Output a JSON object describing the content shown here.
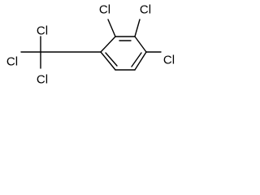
{
  "molecule": {
    "atoms": {
      "cl_ring_2": "Cl",
      "cl_ring_3": "Cl",
      "cl_ring_4": "Cl",
      "cl_methyl_top": "Cl",
      "cl_methyl_left": "Cl",
      "cl_methyl_bottom": "Cl"
    }
  }
}
